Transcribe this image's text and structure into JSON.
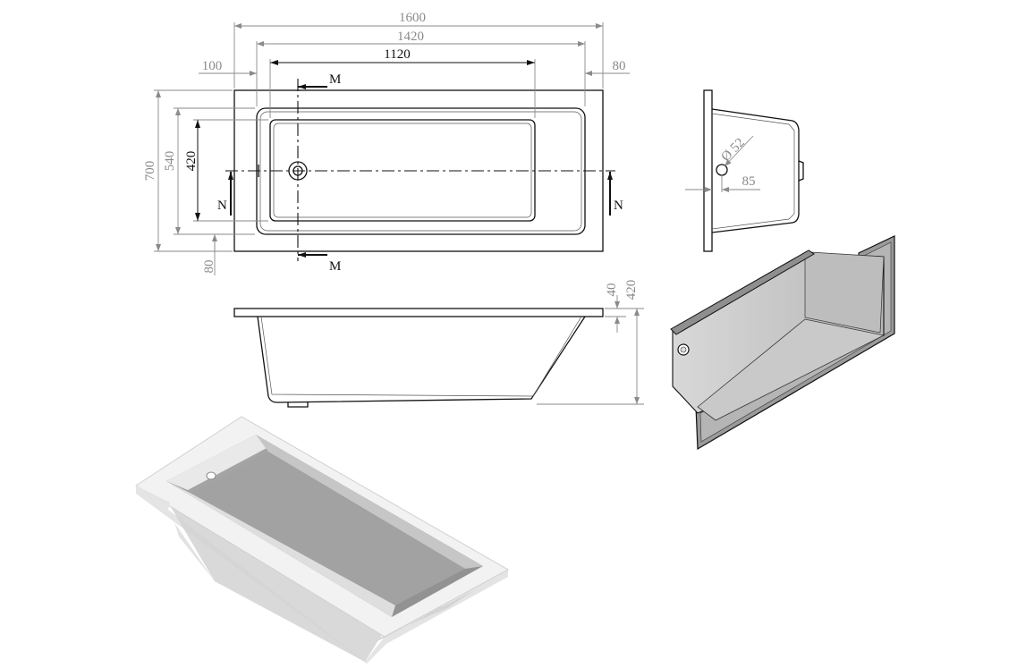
{
  "top_view": {
    "dimensions": {
      "overall_length": "1600",
      "inner_length": "1420",
      "bottom_length": "1120",
      "left_offset": "100",
      "right_offset": "80",
      "overall_width": "700",
      "inner_width": "540",
      "bottom_width": "420",
      "bottom_offset": "80"
    },
    "section_labels": {
      "m_top": "M",
      "m_bottom": "M",
      "n_left": "N",
      "n_right": "N"
    }
  },
  "side_view": {
    "dimensions": {
      "rim_thickness": "40",
      "overall_height": "420"
    }
  },
  "end_section": {
    "dimensions": {
      "waste_diameter": "Ø 52",
      "waste_height": "85"
    }
  }
}
